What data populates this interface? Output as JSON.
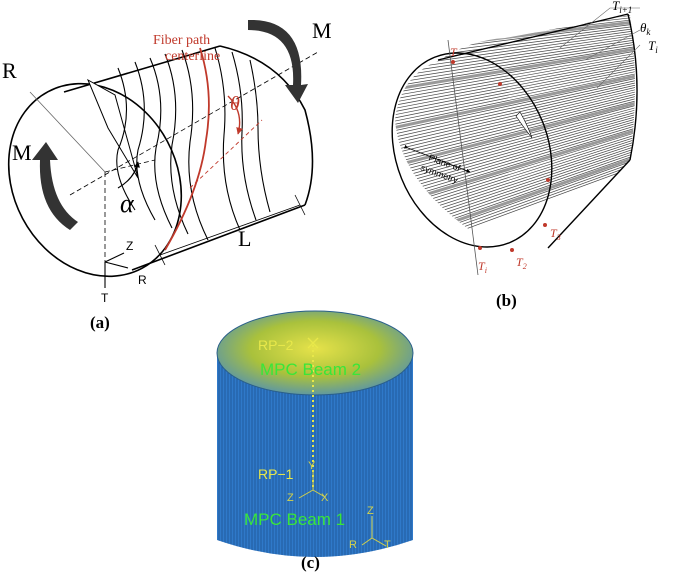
{
  "panel_a": {
    "caption": "(a)",
    "label_R": "R",
    "label_M_top": "M",
    "label_M_left": "M",
    "label_fiber": [
      "Fiber path",
      "centerline"
    ],
    "label_theta": "θ",
    "label_alpha": "α",
    "label_L": "L",
    "axis_Z": "Z",
    "axis_R": "R",
    "axis_T": "T"
  },
  "panel_b": {
    "caption": "(b)",
    "label_Ti1": "T",
    "label_Ti1_sub": "i+1",
    "label_theta_k": "θ",
    "label_theta_k_sub": "k",
    "label_Ti_right": "T",
    "label_Ti_right_sub": "i",
    "label_plane": [
      "Plane of",
      "symmetry"
    ],
    "label_T_top": "T",
    "label_T2": "T",
    "label_T2_sub": "2",
    "label_T3": "T",
    "label_T3_sub": "3",
    "label_Ti_bottom": "T",
    "label_Ti_bottom_sub": "i",
    "colors": {
      "red_label": "#c0392b"
    }
  },
  "panel_c": {
    "caption": "(c)",
    "label_rp2": "RP−2",
    "label_mpc2": "MPC Beam 2",
    "label_rp1": "RP−1",
    "label_mpc1": "MPC Beam 1",
    "axis_Y": "Y",
    "axis_Z_center": "Z",
    "axis_X": "X",
    "axis_Z_corner": "Z",
    "axis_R_corner": "R",
    "axis_T_corner": "T",
    "colors": {
      "body": "#2f79c9",
      "top": "#b7c63a",
      "label_green": "#39e639",
      "label_yellow": "#e8e84a"
    }
  }
}
